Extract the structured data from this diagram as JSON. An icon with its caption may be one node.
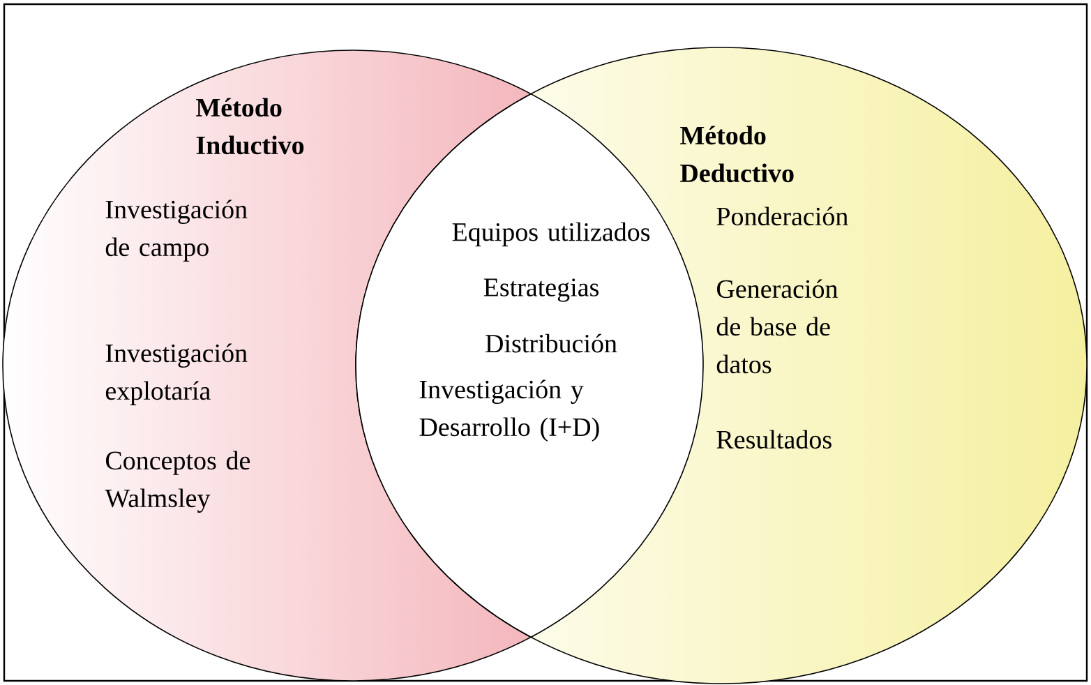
{
  "diagram": {
    "nodes": [
      {
        "text": [
          "Método Inductivo",
          "Investigación de campo",
          "Investigación explotaría",
          "Conceptos de Walmsley"
        ]
      },
      {
        "text": [
          "Método Deductivo",
          "Ponderación",
          "Generación de base de datos",
          "Resultados"
        ]
      },
      {
        "text": [
          "Equipos utilizados",
          "Estrategias",
          "Distribución",
          "Investigación y Desarrollo (I+D)"
        ]
      }
    ],
    "edges": []
  }
}
